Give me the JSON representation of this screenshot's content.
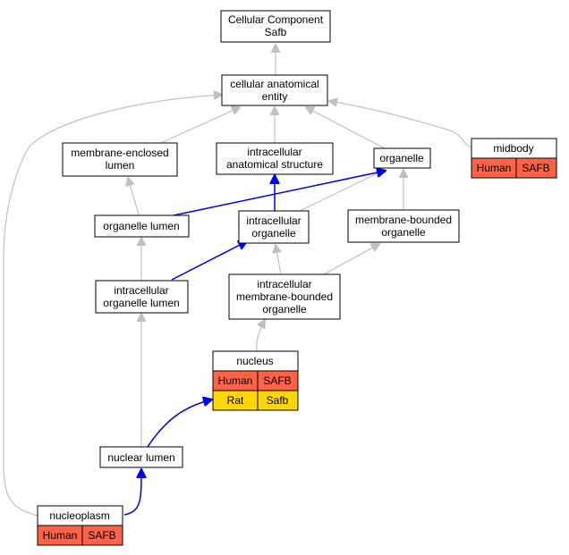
{
  "colors": {
    "human": "#ff6347",
    "rat": "#ffd700",
    "gray_edge": "#c0c0c0",
    "blue_edge": "#0000ee"
  },
  "nodes": {
    "cellular_component": {
      "lines": [
        "Cellular Component",
        "Safb"
      ]
    },
    "cellular_anatomical_entity": {
      "lines": [
        "cellular anatomical",
        "entity"
      ]
    },
    "membrane_enclosed_lumen": {
      "lines": [
        "membrane-enclosed",
        "lumen"
      ]
    },
    "intracellular_anatomical_structure": {
      "lines": [
        "intracellular",
        "anatomical structure"
      ]
    },
    "organelle": {
      "lines": [
        "organelle"
      ]
    },
    "midbody": {
      "lines": [
        "midbody"
      ],
      "rows": [
        [
          "Human",
          "SAFB"
        ]
      ]
    },
    "organelle_lumen": {
      "lines": [
        "organelle lumen"
      ]
    },
    "intracellular_organelle": {
      "lines": [
        "intracellular",
        "organelle"
      ]
    },
    "membrane_bounded_organelle": {
      "lines": [
        "membrane-bounded",
        "organelle"
      ]
    },
    "intracellular_organelle_lumen": {
      "lines": [
        "intracellular",
        "organelle lumen"
      ]
    },
    "intracellular_membrane_bounded_organelle": {
      "lines": [
        "intracellular",
        "membrane-bounded",
        "organelle"
      ]
    },
    "nucleus": {
      "lines": [
        "nucleus"
      ],
      "rows": [
        [
          "Human",
          "SAFB"
        ],
        [
          "Rat",
          "Safb"
        ]
      ]
    },
    "nuclear_lumen": {
      "lines": [
        "nuclear lumen"
      ]
    },
    "nucleoplasm": {
      "lines": [
        "nucleoplasm"
      ],
      "rows": [
        [
          "Human",
          "SAFB"
        ]
      ]
    }
  }
}
